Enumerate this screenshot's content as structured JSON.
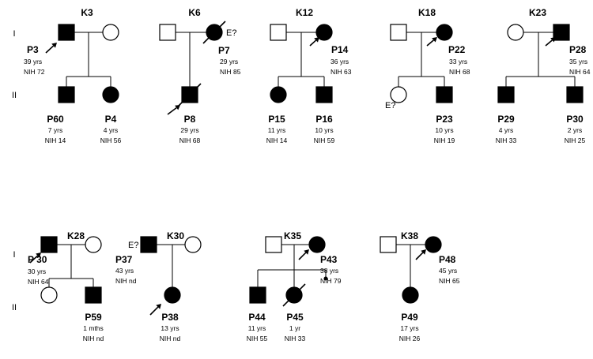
{
  "families": [
    {
      "id": "K3",
      "gen_labels": [
        "I",
        "II"
      ],
      "members": [
        {
          "key": "f3a",
          "sex": "M",
          "affected": true,
          "proband": true,
          "deceased": false,
          "label": "P3",
          "info": [
            "39 yrs",
            "NIH 72"
          ]
        },
        {
          "key": "f3b",
          "sex": "F",
          "affected": false
        },
        {
          "key": "c3a",
          "sex": "M",
          "affected": true,
          "label": "P60",
          "info": [
            "7 yrs",
            "NIH 14"
          ]
        },
        {
          "key": "c3b",
          "sex": "F",
          "affected": true,
          "label": "P4",
          "info": [
            "4 yrs",
            "NIH 56"
          ]
        }
      ]
    },
    {
      "id": "K6",
      "members": [
        {
          "key": "f6a",
          "sex": "M",
          "affected": false
        },
        {
          "key": "f6b",
          "sex": "F",
          "affected": true,
          "deceased": true,
          "note": "E?",
          "label": "P7",
          "info": [
            "29 yrs",
            "NIH 85"
          ]
        },
        {
          "key": "c6a",
          "sex": "M",
          "affected": true,
          "proband": true,
          "deceased": true,
          "label": "P8",
          "info": [
            "29 yrs",
            "NIH 68"
          ]
        }
      ]
    },
    {
      "id": "K12",
      "members": [
        {
          "key": "f12a",
          "sex": "M",
          "affected": false
        },
        {
          "key": "f12b",
          "sex": "F",
          "affected": true,
          "proband": true,
          "label": "P14",
          "info": [
            "36 yrs",
            "NIH 63"
          ]
        },
        {
          "key": "c12a",
          "sex": "F",
          "affected": true,
          "label": "P15",
          "info": [
            "11 yrs",
            "NIH 14"
          ]
        },
        {
          "key": "c12b",
          "sex": "M",
          "affected": true,
          "label": "P16",
          "info": [
            "10 yrs",
            "NIH 59"
          ]
        }
      ]
    },
    {
      "id": "K18",
      "members": [
        {
          "key": "f18a",
          "sex": "M",
          "affected": false
        },
        {
          "key": "f18b",
          "sex": "F",
          "affected": true,
          "proband": true,
          "label": "P22",
          "info": [
            "33 yrs",
            "NIH 68"
          ]
        },
        {
          "key": "c18a",
          "sex": "F",
          "affected": false,
          "note": "E?"
        },
        {
          "key": "c18b",
          "sex": "M",
          "affected": true,
          "label": "P23",
          "info": [
            "10 yrs",
            "NIH 19"
          ]
        }
      ]
    },
    {
      "id": "K23",
      "members": [
        {
          "key": "f23a",
          "sex": "F",
          "affected": false
        },
        {
          "key": "f23b",
          "sex": "M",
          "affected": true,
          "proband": true,
          "label": "P28",
          "info": [
            "35 yrs",
            "NIH 64"
          ]
        },
        {
          "key": "c23a",
          "sex": "M",
          "affected": true,
          "label": "P29",
          "info": [
            "4 yrs",
            "NIH 33"
          ]
        },
        {
          "key": "c23b",
          "sex": "M",
          "affected": true,
          "label": "P30",
          "info": [
            "2 yrs",
            "NIH 25"
          ]
        }
      ]
    },
    {
      "id": "K28",
      "gen_labels": [
        "I",
        "II"
      ],
      "members": [
        {
          "key": "f28a",
          "sex": "M",
          "affected": true,
          "proband": true,
          "label": "P 30",
          "info": [
            "30 yrs",
            "NIH 64"
          ]
        },
        {
          "key": "f28b",
          "sex": "F",
          "affected": false
        },
        {
          "key": "c28a",
          "sex": "F",
          "affected": false
        },
        {
          "key": "c28b",
          "sex": "M",
          "affected": true,
          "label": "P59",
          "info": [
            "1 mths",
            "NIH nd"
          ]
        }
      ]
    },
    {
      "id": "K30",
      "members": [
        {
          "key": "f30a",
          "sex": "M",
          "affected": true,
          "note": "E?",
          "label": "P37",
          "info": [
            "43 yrs",
            "NIH nd"
          ]
        },
        {
          "key": "f30b",
          "sex": "F",
          "affected": false
        },
        {
          "key": "c30a",
          "sex": "F",
          "affected": true,
          "proband": true,
          "label": "P38",
          "info": [
            "13 yrs",
            "NIH nd"
          ]
        }
      ]
    },
    {
      "id": "K35",
      "members": [
        {
          "key": "f35a",
          "sex": "M",
          "affected": false
        },
        {
          "key": "f35b",
          "sex": "F",
          "affected": true,
          "proband": true,
          "label": "P43",
          "info": [
            "38 yrs",
            "NIH 79"
          ]
        },
        {
          "key": "c35a",
          "sex": "M",
          "affected": true,
          "label": "P44",
          "info": [
            "11 yrs",
            "NIH 55"
          ]
        },
        {
          "key": "c35b",
          "sex": "F",
          "affected": true,
          "deceased": true,
          "label": "P45",
          "info": [
            "1 yr",
            "NIH 33"
          ]
        },
        {
          "key": "c35c",
          "sex": "miscarriage"
        }
      ]
    },
    {
      "id": "K38",
      "members": [
        {
          "key": "f38a",
          "sex": "M",
          "affected": false
        },
        {
          "key": "f38b",
          "sex": "F",
          "affected": true,
          "proband": true,
          "label": "P48",
          "info": [
            "45 yrs",
            "NIH 65"
          ]
        },
        {
          "key": "c38a",
          "sex": "F",
          "affected": true,
          "label": "P49",
          "info": [
            "17 yrs",
            "NIH 26"
          ]
        }
      ]
    }
  ]
}
